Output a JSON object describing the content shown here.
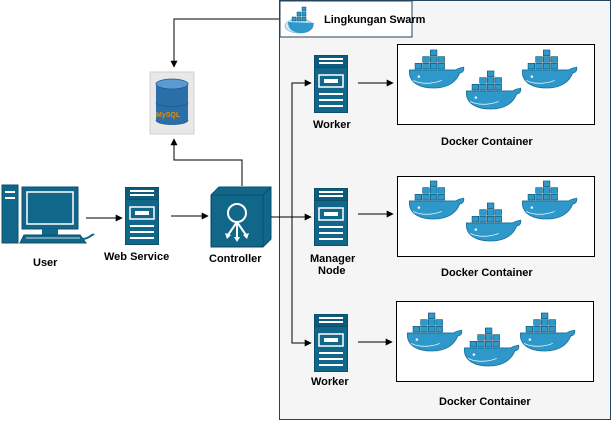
{
  "swarm": {
    "title": "Lingkungan Swarm"
  },
  "nodes": {
    "user": "User",
    "web_service": "Web Service",
    "controller": "Controller",
    "manager_line1": "Manager",
    "manager_line2": "Node",
    "worker_top": "Worker",
    "worker_bottom": "Worker"
  },
  "database": {
    "logo_text": "MySQL"
  },
  "containers": [
    {
      "label": "Docker Container"
    },
    {
      "label": "Docker Container"
    },
    {
      "label": "Docker Container"
    }
  ],
  "icons": {
    "database": "mysql-database-icon",
    "user": "workstation-icon",
    "server": "server-icon",
    "controller": "controller-icon",
    "docker": "docker-whale-icon",
    "swarm": "docker-swarm-icon"
  },
  "colors": {
    "icon_blue": "#10678A",
    "icon_dark": "#0B4F6C",
    "swarm_bg": "#F5F5F5",
    "swarm_border": "#23445D",
    "whale": "#2D98C9",
    "whale_dark": "#1A6E96"
  }
}
